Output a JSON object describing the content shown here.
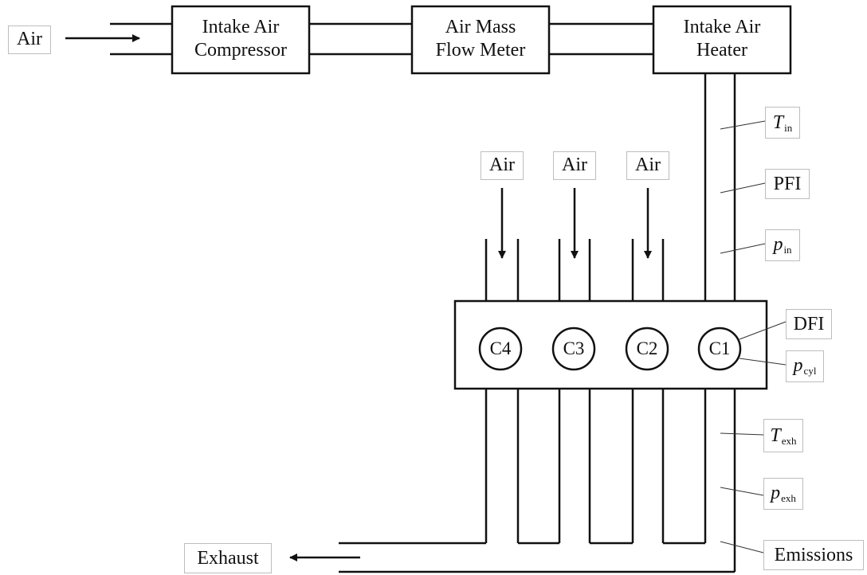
{
  "components": {
    "compressor": {
      "line1": "Intake Air",
      "line2": "Compressor"
    },
    "mass_flow_meter": {
      "line1": "Air Mass",
      "line2": "Flow Meter"
    },
    "heater": {
      "line1": "Intake Air",
      "line2": "Heater"
    }
  },
  "cylinders": [
    "C4",
    "C3",
    "C2",
    "C1"
  ],
  "labels": {
    "air_main": "Air",
    "air_c4": "Air",
    "air_c3": "Air",
    "air_c2": "Air",
    "exhaust": "Exhaust",
    "emissions": "Emissions",
    "pfi": "PFI",
    "dfi": "DFI"
  },
  "sensors": {
    "t_in": {
      "symbol": "T",
      "sub": "in"
    },
    "p_in": {
      "symbol": "p",
      "sub": "in"
    },
    "p_cyl": {
      "symbol": "p",
      "sub": "cyl"
    },
    "t_exh": {
      "symbol": "T",
      "sub": "exh"
    },
    "p_exh": {
      "symbol": "p",
      "sub": "exh"
    }
  }
}
